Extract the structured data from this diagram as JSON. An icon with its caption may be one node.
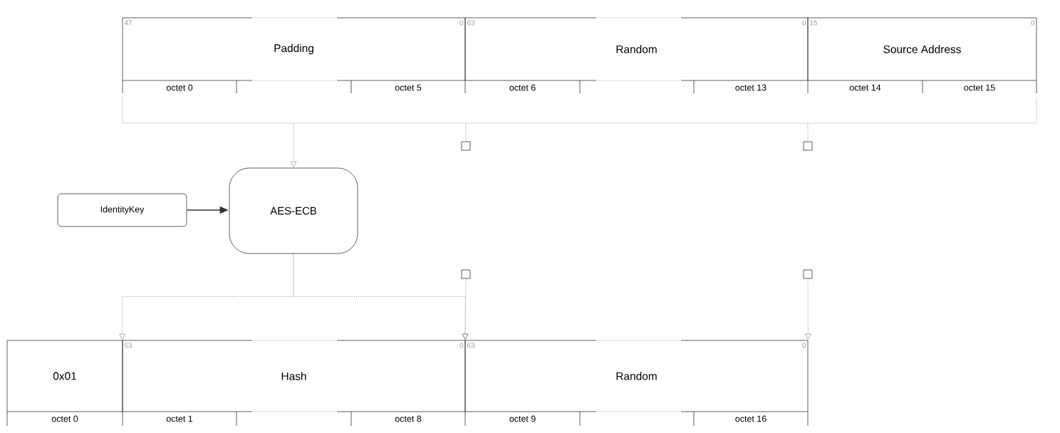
{
  "diagram": {
    "nodes": [
      {
        "text": [
          "47",
          "0",
          "Padding"
        ]
      },
      {
        "text": [
          "63",
          "0",
          "Random"
        ]
      },
      {
        "text": [
          "15",
          "0",
          "Source Address"
        ]
      },
      {
        "text": [],
        "shape": "bracket"
      },
      {
        "text": [],
        "shape": "box"
      },
      {
        "text": [],
        "shape": "box"
      },
      {
        "text": [
          "IdentityKey"
        ]
      },
      {
        "text": [
          "AES-ECB"
        ]
      },
      {
        "text": [],
        "shape": "box"
      },
      {
        "text": [],
        "shape": "box"
      },
      {
        "text": [
          "0x01"
        ]
      },
      {
        "text": [
          "63",
          "0",
          "Hash"
        ]
      },
      {
        "text": [
          "63",
          "0",
          "Random"
        ]
      }
    ],
    "edges": [
      {
        "from": 6,
        "to": 7,
        "arrow": "to"
      },
      {
        "from": 3,
        "to": 7,
        "arrow": "to",
        "style": "dashed"
      },
      {
        "from": 3,
        "to": 4,
        "arrow": "none",
        "style": "dashed"
      },
      {
        "from": 3,
        "to": 5,
        "arrow": "none",
        "style": "dashed"
      },
      {
        "from": 7,
        "to": 11,
        "arrow": "to",
        "style": "dashed"
      },
      {
        "from": 7,
        "to": 11,
        "arrow": "to",
        "style": "dashed"
      },
      {
        "from": 8,
        "to": 12,
        "arrow": "to",
        "style": "dashed"
      },
      {
        "from": 9,
        "to": 12,
        "arrow": "to",
        "style": "dashed"
      }
    ],
    "labels": [
      "octet 0",
      "octet 5",
      "octet 6",
      "octet 13",
      "octet 14",
      "octet 15",
      "octet 0",
      "octet 1",
      "octet 8",
      "octet 9",
      "octet 16"
    ]
  }
}
